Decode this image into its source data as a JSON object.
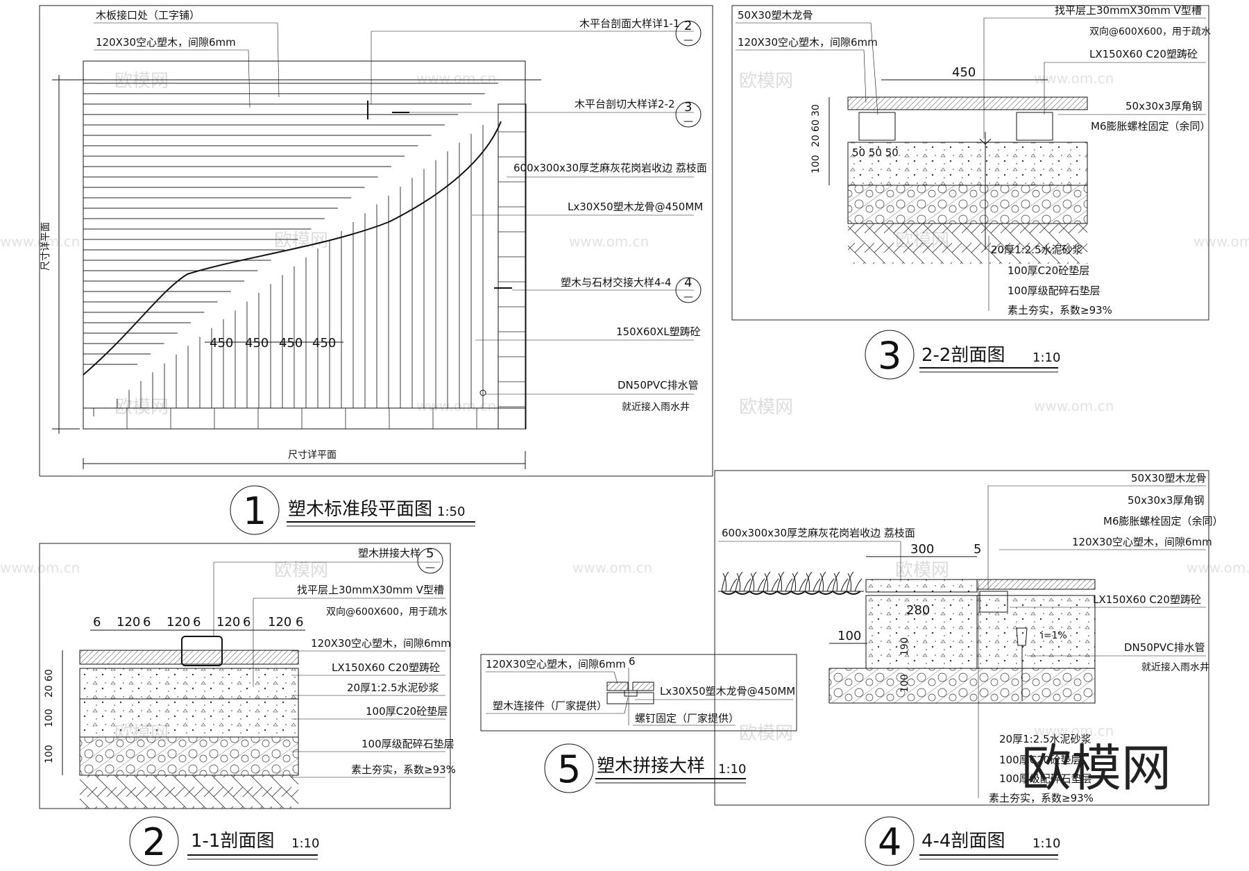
{
  "watermark": {
    "brand": "欧模网",
    "url": "www.om.cn",
    "big": "欧模网"
  },
  "plan1": {
    "labels": {
      "joint": "木板接口处（工字铺）",
      "board": "120X30空心塑木，间隙6mm",
      "ref1": "木平台剖面大样详1-1",
      "ref2": "木平台剖切大样详2-2",
      "stone": "600x300x30厚芝麻灰花岗岩收边  荔枝面",
      "joist": "Lx30X50塑木龙骨@450MM",
      "ref4": "塑木与石材交接大样4-4",
      "curb": "150X60XL塑踌砼",
      "drain1": "DN50PVC排水管",
      "drain2": "就近接入雨水井"
    },
    "markers": {
      "m1": "2",
      "m2": "3",
      "m3": "4",
      "dash": "—"
    },
    "dims": [
      "450",
      "450",
      "450",
      "450"
    ],
    "dim_v": "尺寸详平面",
    "dim_h": "尺寸详平面",
    "title": {
      "num": "1",
      "text": "塑木标准段平面图",
      "scale": "1:50"
    }
  },
  "sec22": {
    "labels": {
      "l1": "50X30塑木龙骨",
      "l2": "120X30空心塑木，间隙6mm",
      "r1": "找平层上30mmX30mm  V型槽",
      "r2": "双向@600X600，用于疏水",
      "r3": "LX150X60  C20塑踌砼",
      "r4": "50x30x3厚角钢",
      "r5": "M6膨胀螺栓固定（余同）",
      "b1": "20厚1:2.5水泥砂浆",
      "b2": "100厚C20砼垫层",
      "b3": "100厚级配碎石垫层",
      "b4": "素土夯实，系数≥93%"
    },
    "dims": {
      "top": "450",
      "v1": "100",
      "v2": "20",
      "v3": "60",
      "v4": "30",
      "h": "50 50 50"
    },
    "title": {
      "num": "3",
      "text": "2-2剖面图",
      "scale": "1:10"
    }
  },
  "sec11": {
    "labels": {
      "ref": "塑木拼接大样",
      "r1": "找平层上30mmX30mm  V型槽",
      "r2": "双向@600X600，用于疏水",
      "r3": "120X30空心塑木，间隙6mm",
      "r4": "LX150X60  C20塑踌砼",
      "r5": "20厚1:2.5水泥砂浆",
      "r6": "100厚C20砼垫层",
      "r7": "100厚级配碎石垫层",
      "r8": "素土夯实，系数≥93%"
    },
    "marker": "5",
    "dims_top": [
      "6",
      "120",
      "6",
      "120",
      "6",
      "120",
      "6",
      "120",
      "6"
    ],
    "dims_v": [
      "100",
      "100",
      "20",
      "60"
    ],
    "title": {
      "num": "2",
      "text": "1-1剖面图",
      "scale": "1:10"
    }
  },
  "det5": {
    "labels": {
      "l1": "120X30空心塑木，间隙6mm",
      "l2": "塑木连接件（厂家提供）",
      "r1": "Lx30X50塑木龙骨@450MM",
      "r2": "螺钉固定（厂家提供）"
    },
    "dim": "6",
    "title": {
      "num": "5",
      "text": "塑木拼接大样",
      "scale": "1:10"
    }
  },
  "sec44": {
    "labels": {
      "r1": "50X30塑木龙骨",
      "r2": "50x30x3厚角钢",
      "r3": "M6膨胀螺栓固定（余同）",
      "r4": "120X30空心塑木，间隙6mm",
      "stone": "600x300x30厚芝麻灰花岗岩收边  荔枝面",
      "r5": "LX150X60  C20塑踌砼",
      "r6": "DN50PVC排水管",
      "r7": "就近接入雨水井",
      "b1": "20厚1:2.5水泥砂浆",
      "b2": "100厚C20砼垫层",
      "b3": "100厚级配碎石垫层",
      "b4": "素土夯实，系数≥93%"
    },
    "dims": {
      "d300": "300",
      "d5": "5",
      "d280": "280",
      "d100": "100",
      "d190": "190",
      "d100b": "100",
      "slope": "i=1%"
    },
    "title": {
      "num": "4",
      "text": "4-4剖面图",
      "scale": "1:10"
    }
  }
}
